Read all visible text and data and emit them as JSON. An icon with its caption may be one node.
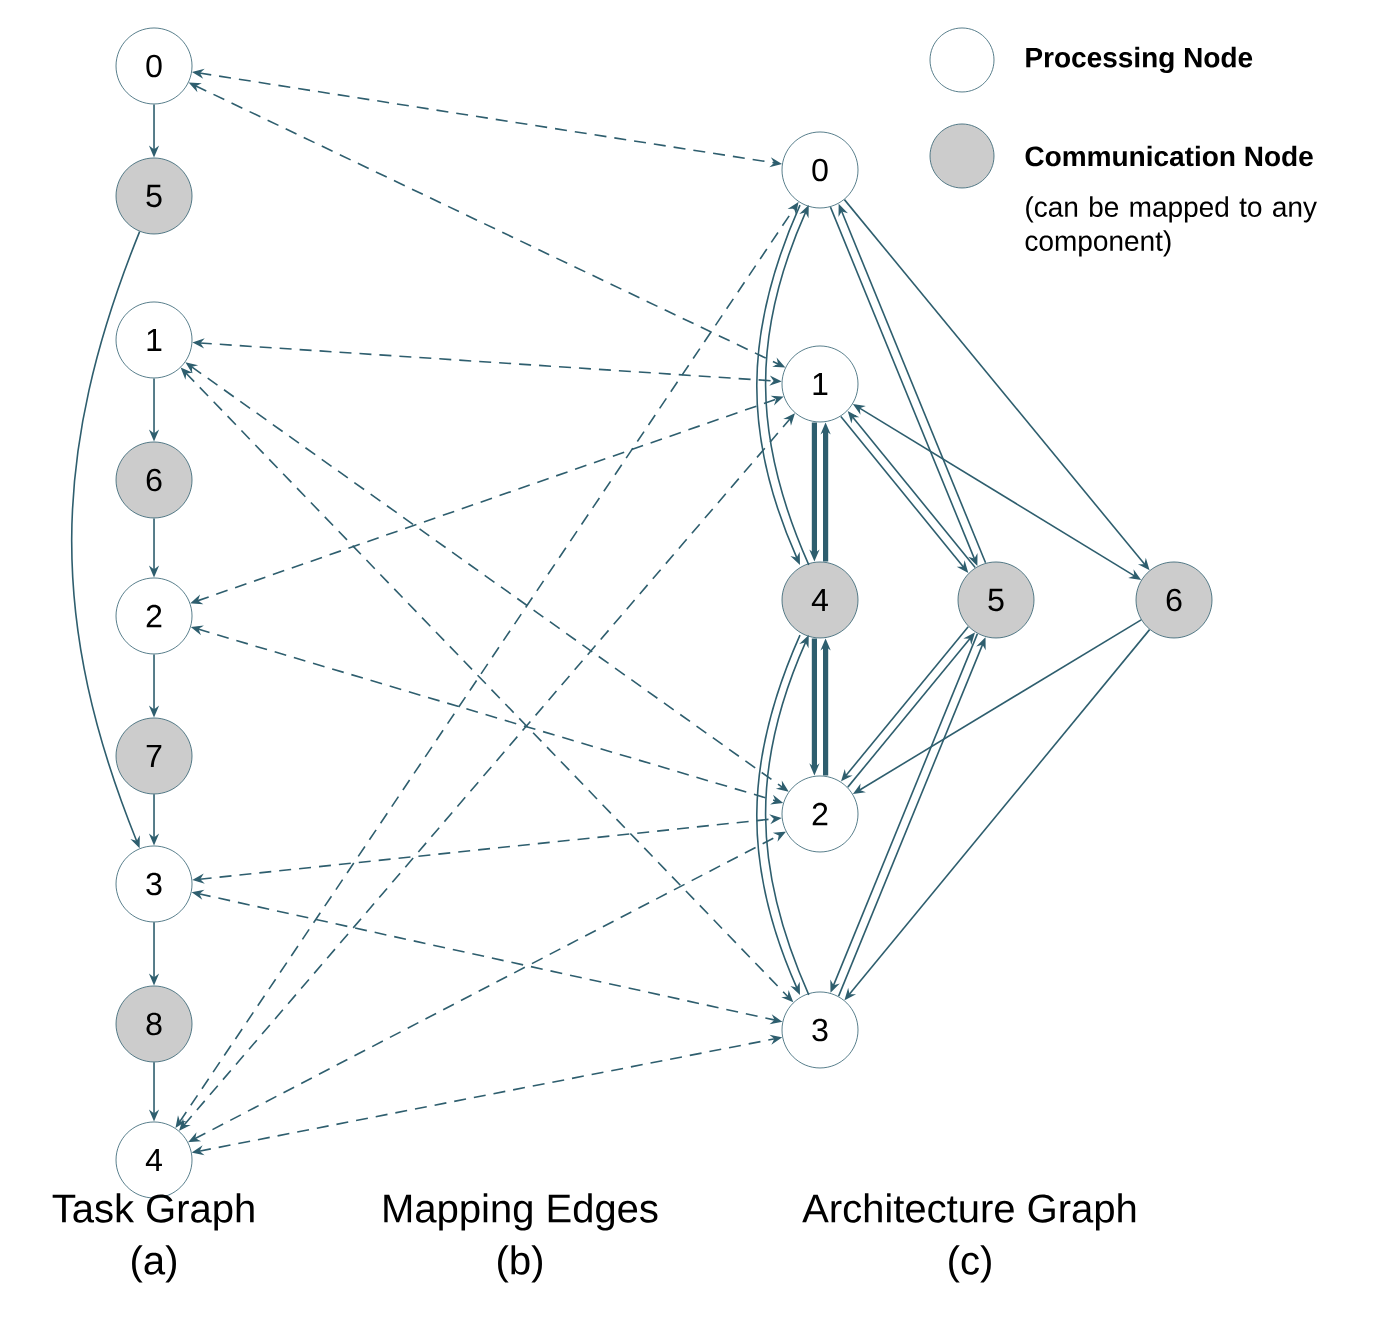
{
  "diagram": {
    "nodes": [
      {
        "text": [
          "0"
        ]
      },
      {
        "text": [
          "5"
        ]
      },
      {
        "text": [
          "1"
        ]
      },
      {
        "text": [
          "6"
        ]
      },
      {
        "text": [
          "2"
        ]
      },
      {
        "text": [
          "7"
        ]
      },
      {
        "text": [
          "3"
        ]
      },
      {
        "text": [
          "8"
        ]
      },
      {
        "text": [
          "4"
        ]
      },
      {
        "text": [
          "0"
        ]
      },
      {
        "text": [
          "1"
        ]
      },
      {
        "text": [
          "4"
        ]
      },
      {
        "text": [
          "5"
        ]
      },
      {
        "text": [
          "6"
        ]
      },
      {
        "text": [
          "2"
        ]
      },
      {
        "text": [
          "3"
        ]
      }
    ],
    "edges": [
      {
        "from": 0,
        "to": 1,
        "arrow": "to"
      },
      {
        "from": 1,
        "to": 6,
        "arrow": "to"
      },
      {
        "from": 2,
        "to": 3,
        "arrow": "to"
      },
      {
        "from": 3,
        "to": 4,
        "arrow": "to"
      },
      {
        "from": 4,
        "to": 5,
        "arrow": "to"
      },
      {
        "from": 5,
        "to": 6,
        "arrow": "to"
      },
      {
        "from": 6,
        "to": 7,
        "arrow": "to"
      },
      {
        "from": 7,
        "to": 8,
        "arrow": "to"
      },
      {
        "from": 0,
        "to": 9,
        "arrow": "both",
        "style": "dashed"
      },
      {
        "from": 0,
        "to": 10,
        "arrow": "both",
        "style": "dashed"
      },
      {
        "from": 2,
        "to": 10,
        "arrow": "both",
        "style": "dashed"
      },
      {
        "from": 2,
        "to": 14,
        "arrow": "both",
        "style": "dashed"
      },
      {
        "from": 2,
        "to": 15,
        "arrow": "both",
        "style": "dashed"
      },
      {
        "from": 4,
        "to": 10,
        "arrow": "both",
        "style": "dashed"
      },
      {
        "from": 4,
        "to": 14,
        "arrow": "both",
        "style": "dashed"
      },
      {
        "from": 6,
        "to": 14,
        "arrow": "both",
        "style": "dashed"
      },
      {
        "from": 6,
        "to": 15,
        "arrow": "both",
        "style": "dashed"
      },
      {
        "from": 8,
        "to": 9,
        "arrow": "both",
        "style": "dashed"
      },
      {
        "from": 8,
        "to": 10,
        "arrow": "both",
        "style": "dashed"
      },
      {
        "from": 8,
        "to": 14,
        "arrow": "both",
        "style": "dashed"
      },
      {
        "from": 8,
        "to": 15,
        "arrow": "both",
        "style": "dashed"
      },
      {
        "from": 9,
        "to": 11,
        "arrow": "to"
      },
      {
        "from": 11,
        "to": 9,
        "arrow": "to"
      },
      {
        "from": 9,
        "to": 12,
        "arrow": "to"
      },
      {
        "from": 12,
        "to": 9,
        "arrow": "to"
      },
      {
        "from": 10,
        "to": 11,
        "arrow": "to",
        "style": "thick"
      },
      {
        "from": 11,
        "to": 10,
        "arrow": "to",
        "style": "thick"
      },
      {
        "from": 10,
        "to": 12,
        "arrow": "to"
      },
      {
        "from": 12,
        "to": 10,
        "arrow": "to"
      },
      {
        "from": 11,
        "to": 14,
        "arrow": "to",
        "style": "thick"
      },
      {
        "from": 14,
        "to": 11,
        "arrow": "to",
        "style": "thick"
      },
      {
        "from": 11,
        "to": 15,
        "arrow": "to"
      },
      {
        "from": 15,
        "to": 11,
        "arrow": "to"
      },
      {
        "from": 12,
        "to": 14,
        "arrow": "to"
      },
      {
        "from": 14,
        "to": 12,
        "arrow": "to"
      },
      {
        "from": 12,
        "to": 15,
        "arrow": "to"
      },
      {
        "from": 15,
        "to": 12,
        "arrow": "to"
      },
      {
        "from": 9,
        "to": 13,
        "arrow": "to"
      },
      {
        "from": 10,
        "to": 13,
        "arrow": "both"
      },
      {
        "from": 13,
        "to": 14,
        "arrow": "to"
      },
      {
        "from": 13,
        "to": 15,
        "arrow": "to"
      }
    ],
    "labels": [
      "(can be mapped to any component)",
      "Task Graph",
      "(a)",
      "Mapping Edges",
      "(b)",
      "Architecture Graph",
      "(c)"
    ],
    "legend": [
      {
        "text": "Processing Node"
      },
      {
        "text": "Communication Node",
        "color": "#cccccc"
      }
    ]
  }
}
